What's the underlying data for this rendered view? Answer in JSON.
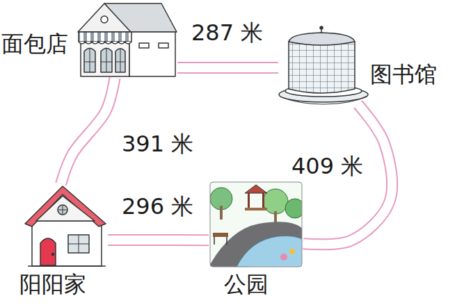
{
  "diagram": {
    "nodes": [
      {
        "text": [
          "面包店"
        ]
      },
      {
        "text": [
          "图书馆"
        ]
      },
      {
        "text": [
          "阳阳家"
        ]
      },
      {
        "text": [
          "公园"
        ]
      }
    ],
    "edges": [
      {
        "from": 0,
        "to": 1,
        "arrow": "none",
        "label": "287 米"
      },
      {
        "from": 0,
        "to": 2,
        "arrow": "none",
        "label": "391 米"
      },
      {
        "from": 1,
        "to": 3,
        "arrow": "none",
        "label": "409 米"
      },
      {
        "from": 2,
        "to": 3,
        "arrow": "none",
        "label": "296 米"
      }
    ]
  }
}
